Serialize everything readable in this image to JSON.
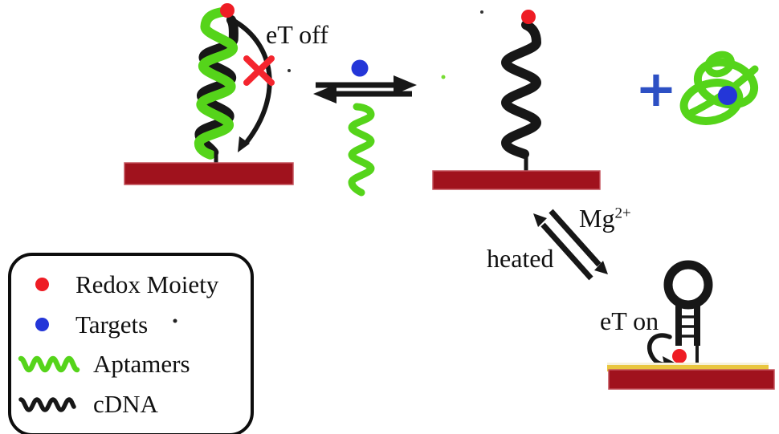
{
  "labels": {
    "et_off": "eT off",
    "et_on": "eT on",
    "mg": "Mg",
    "mg_sup": "2+",
    "heated": "heated",
    "plus": "+"
  },
  "legend": {
    "items": [
      {
        "icon": "redox-dot",
        "label": "Redox Moiety"
      },
      {
        "icon": "target-dot",
        "label": "Targets"
      },
      {
        "icon": "aptamer-wave",
        "label": "Aptamers"
      },
      {
        "icon": "cdna-wave",
        "label": "cDNA"
      }
    ]
  },
  "colors": {
    "aptamer_green": "#55d41a",
    "cdna_black": "#171717",
    "redox_red": "#ee1c24",
    "target_blue": "#2436d8",
    "plus_blue": "#2d50c4",
    "electrode_red": "#a0121d",
    "electrode_edge": "#c4525c",
    "gold": "#e9c63f",
    "cream": "#f6f1da",
    "cross_red": "#f4252e",
    "text": "#111111"
  }
}
